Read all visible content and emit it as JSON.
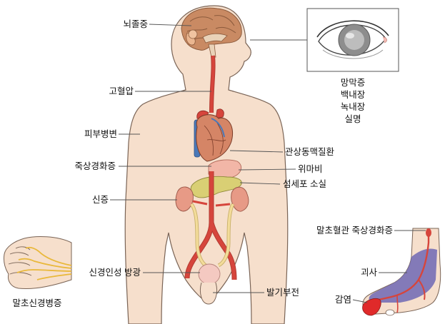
{
  "labels": {
    "stroke": "뇌졸중",
    "hypertension": "고혈압",
    "skin_disease": "피부병변",
    "atherosclerosis": "죽상경화증",
    "nephropathy": "신증",
    "neurogenic_bladder": "신경인성 방광",
    "peripheral_neuropathy": "말초신경병증",
    "coronary_disease": "관상동맥질환",
    "stomach": "위마비",
    "islet_loss": "섬세포 소실",
    "impotence": "발기부전",
    "peripheral_atherosclerosis": "말초혈관 죽상경화증",
    "necrosis": "괴사",
    "infection": "감염"
  },
  "eye_conditions": [
    "망막증",
    "백내장",
    "녹내장",
    "실명"
  ],
  "colors": {
    "skin": "#f6dfcc",
    "skin_outline": "#7a6456",
    "artery": "#d6453c",
    "vein": "#4a78b8",
    "ureter": "#f3dc9a",
    "kidney": "#e79a86",
    "pancreas": "#d9cf74",
    "stomach": "#f2b6a7",
    "bladder": "#f4c9c1",
    "nerve": "#e9b83a",
    "foot_necrosis": "#6f68b4",
    "leader_line": "#555555"
  }
}
